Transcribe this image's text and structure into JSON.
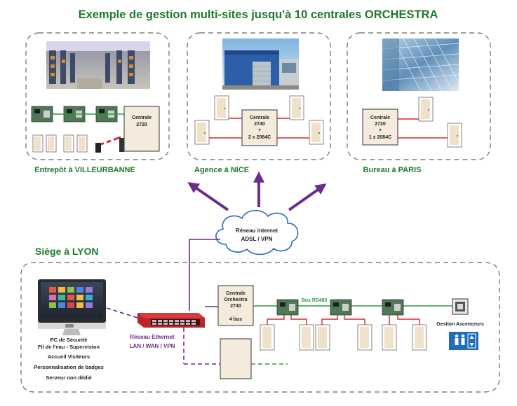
{
  "title": "Exemple de gestion multi-sites jusqu'à 10 centrales ORCHESTRA",
  "sites": {
    "villeurbanne": {
      "label": "Entrepôt à VILLEURBANNE",
      "controller": [
        "Centrale",
        "2720"
      ]
    },
    "nice": {
      "label": "Agence à NICE",
      "controller": [
        "Centrale",
        "2740",
        "+",
        "2 x 2084C"
      ]
    },
    "paris": {
      "label": "Bureau à PARIS",
      "controller": [
        "Centrale",
        "2720",
        "+",
        "1 x 2084C"
      ]
    }
  },
  "cloud": {
    "line1": "Réseau internet",
    "line2": "ADSL / VPN"
  },
  "hq": {
    "label": "Siège à LYON",
    "controller": [
      "Centrale",
      "Orchestra",
      "2740",
      "",
      "4 bus"
    ],
    "bus_label": "Bus RS485",
    "network": {
      "line1": "Réseau Ethernet",
      "line2": "LAN / WAN / VPN"
    },
    "pc_lines": [
      "PC de Sécurité",
      "Fil de l'eau - Supervision",
      "Accueil Visiteurs",
      "Personnalisation de badges",
      "Serveur non dédié"
    ],
    "elevator_label": "Gestion Ascenceurs"
  },
  "colors": {
    "title_green": "#1e7a2e",
    "purple": "#6a2c8e",
    "door_line": "#d9262e",
    "bus_green": "#2e9a3c",
    "controller_fill": "#f5ebdc",
    "dashed_border": "#7d7d7d"
  }
}
